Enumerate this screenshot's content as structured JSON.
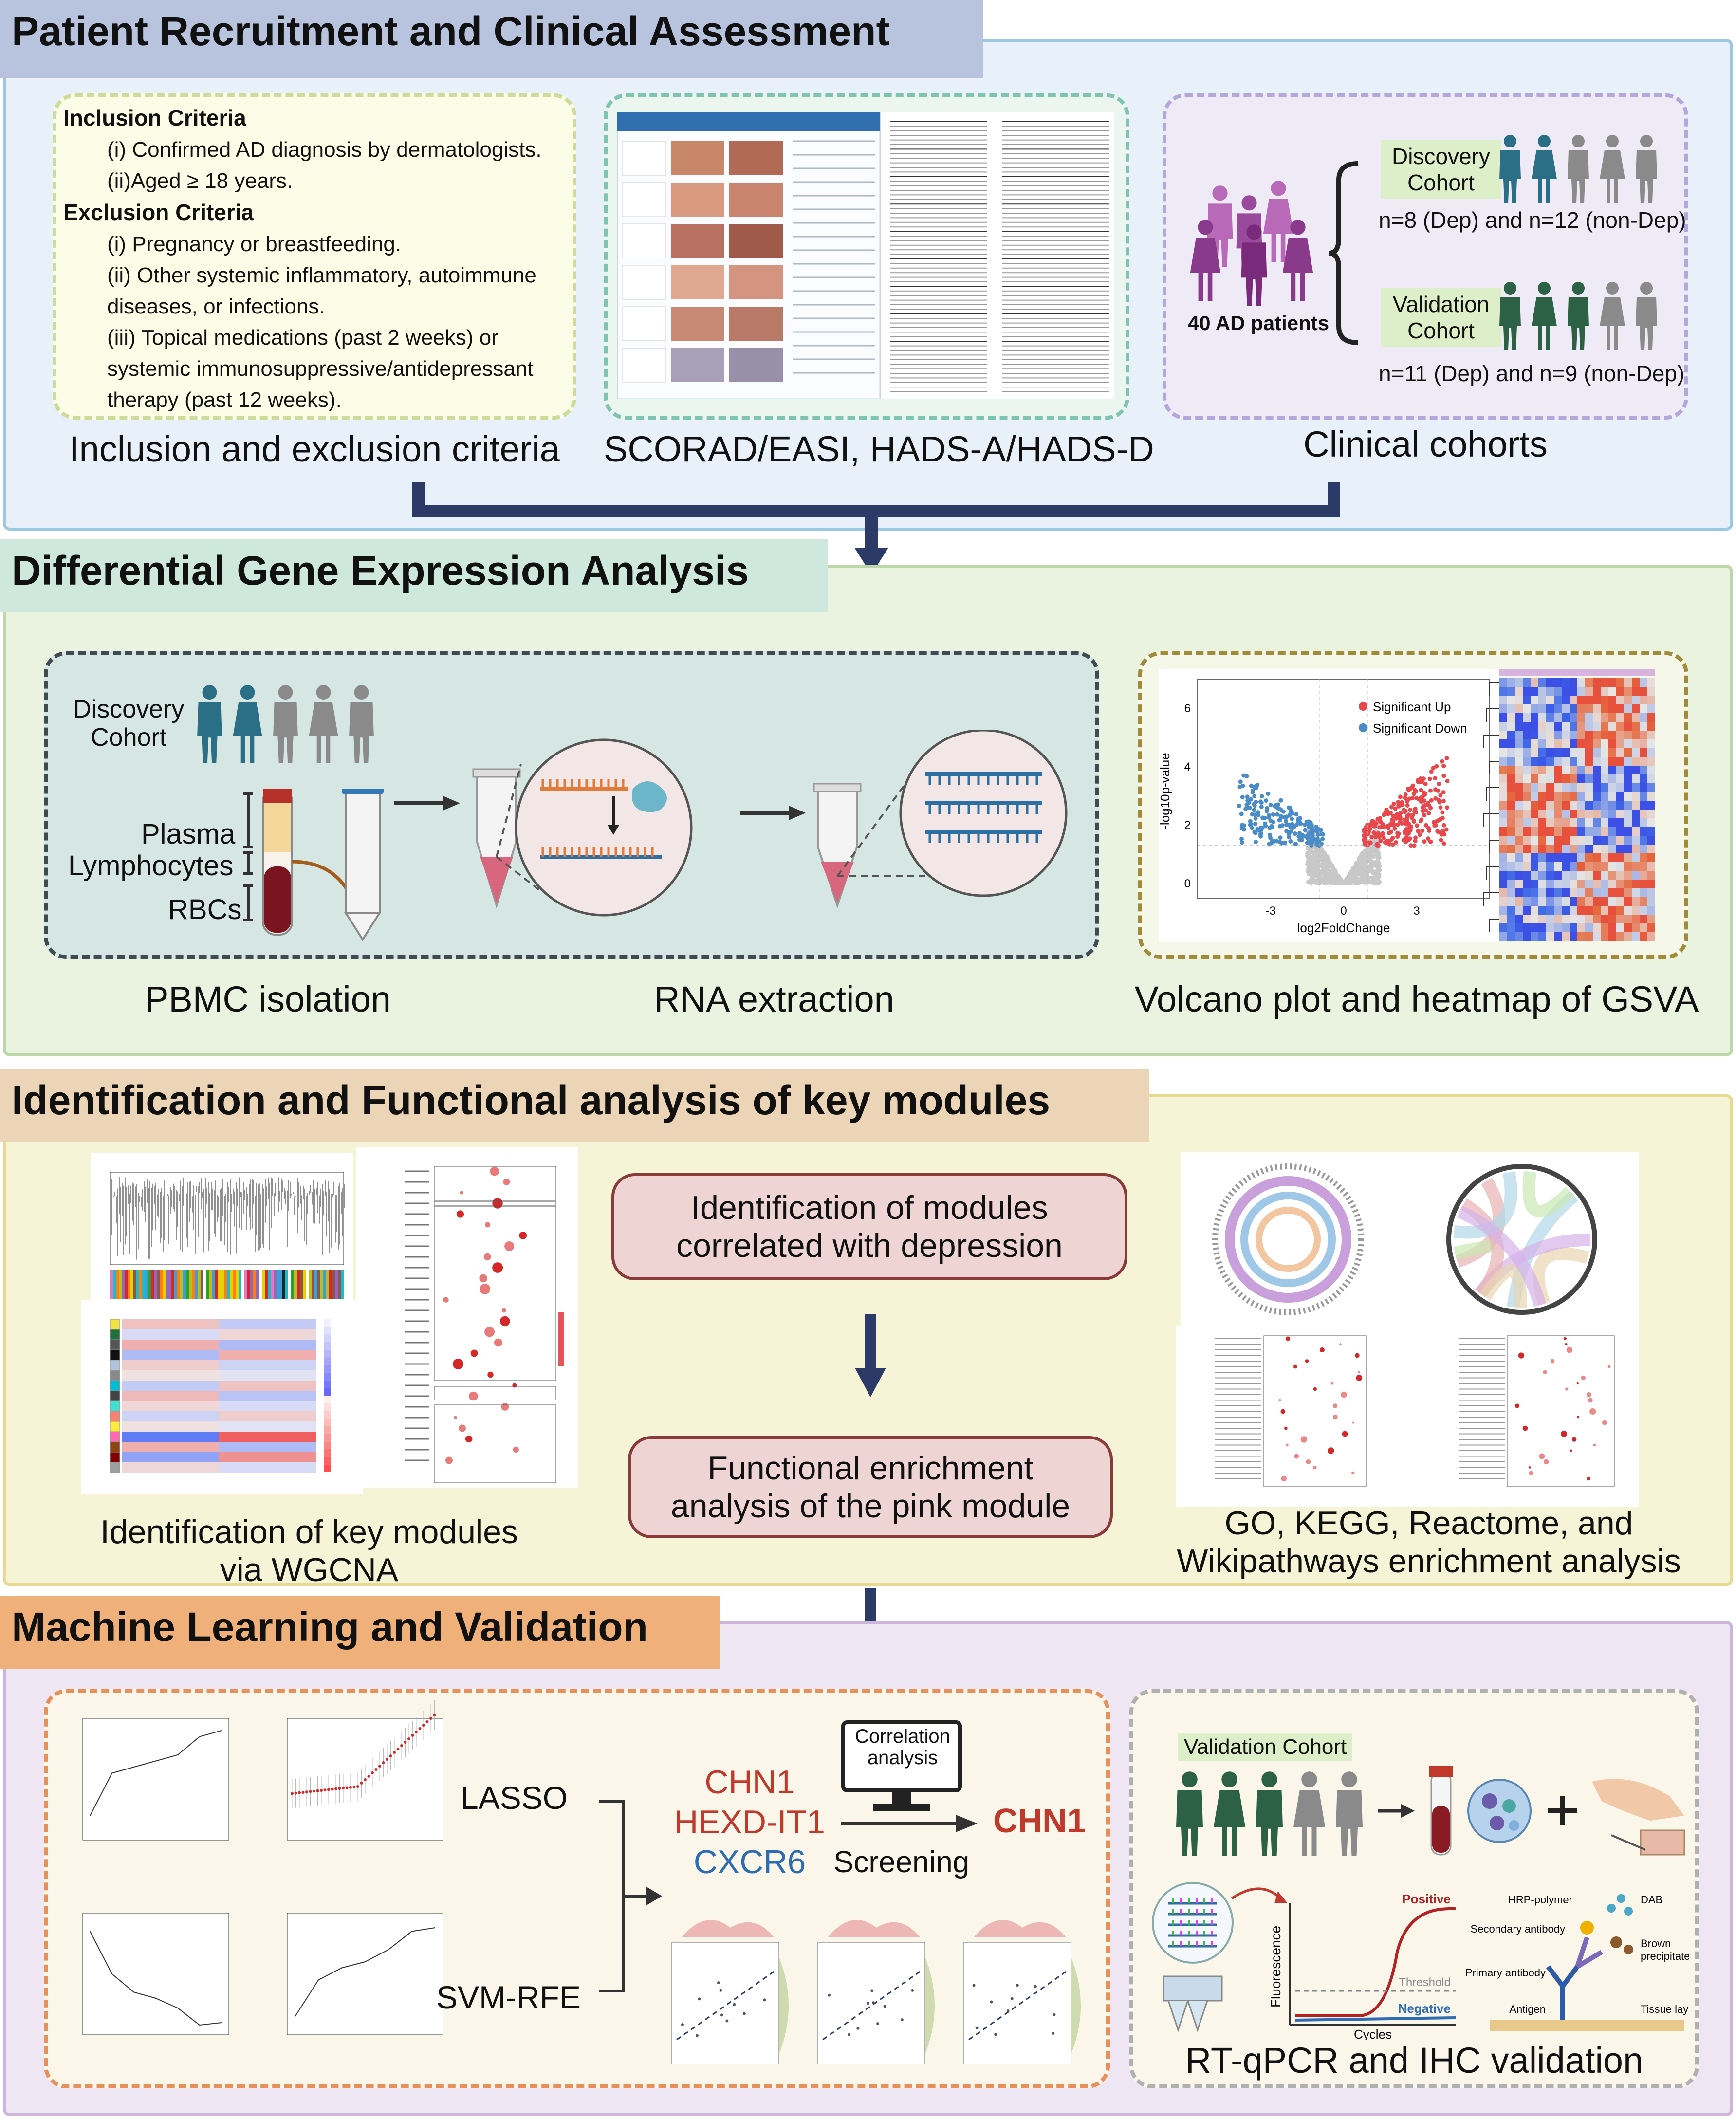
{
  "sections": {
    "s1": {
      "title": "Patient Recruitment and Clinical Assessment"
    },
    "s2": {
      "title": "Differential Gene Expression Analysis"
    },
    "s3": {
      "title": "Identification and Functional analysis of key modules"
    },
    "s4": {
      "title": "Machine Learning and Validation"
    }
  },
  "criteria": {
    "inclusion_title": "Inclusion Criteria",
    "inclusion_1": "(i) Confirmed AD diagnosis by dermatologists.",
    "inclusion_2": "(ii)Aged ≥ 18 years.",
    "exclusion_title": "Exclusion Criteria",
    "exclusion_1": "(i) Pregnancy or breastfeeding.",
    "exclusion_2a": "(ii) Other systemic inflammatory, autoimmune",
    "exclusion_2b": "diseases, or infections.",
    "exclusion_3a": "(iii) Topical medications (past 2 weeks) or",
    "exclusion_3b": "systemic immunosuppressive/antidepressant",
    "exclusion_3c": "therapy (past 12 weeks)."
  },
  "captions": {
    "criteria": "Inclusion and exclusion criteria",
    "scores": "SCORAD/EASI, HADS-A/HADS-D",
    "cohorts": "Clinical cohorts",
    "pbmc": "PBMC isolation",
    "rna": "RNA extraction",
    "volcano": "Volcano plot and heatmap of GSVA",
    "wgcna_1": "Identification of key modules",
    "wgcna_2": "via WGCNA",
    "enrich_1": "GO, KEGG, Reactome, and",
    "enrich_2": "Wikipathways enrichment analysis",
    "rtqpcr": "RT-qPCR and IHC validation"
  },
  "cohorts": {
    "patients": "40 AD patients",
    "discovery_1": "Discovery",
    "discovery_2": "Cohort",
    "discovery_n": "n=8 (Dep) and n=12 (non-Dep)",
    "validation_1": "Validation",
    "validation_2": "Cohort",
    "validation_n": "n=11 (Dep) and n=9 (non-Dep)"
  },
  "pbmc": {
    "cohort_1": "Discovery",
    "cohort_2": "Cohort",
    "plasma": "Plasma",
    "lymphocytes": "Lymphocytes",
    "rbcs": "RBCs"
  },
  "volcano": {
    "legend_up": "Significant Up",
    "legend_down": "Significant Down",
    "xlabel": "log2FoldChange",
    "ylabel": "-log10p-value",
    "xticks": [
      "-3",
      "0",
      "3"
    ],
    "yticks": [
      "0",
      "2",
      "4",
      "6"
    ],
    "colors": {
      "up": "#e8474c",
      "down": "#4a8cc8",
      "ns": "#c8c8c8"
    }
  },
  "modules": {
    "box1_a": "Identification of modules",
    "box1_b": "correlated with depression",
    "box2_a": "Functional enrichment",
    "box2_b": "analysis of the pink module"
  },
  "ml": {
    "lasso": "LASSO",
    "svmrfe": "SVM-RFE",
    "gene1": "CHN1",
    "gene2": "HEXD-IT1",
    "gene3": "CXCR6",
    "correlation_1": "Correlation",
    "correlation_2": "analysis",
    "screening": "Screening",
    "result": "CHN1",
    "colors": {
      "red": "#c0392b",
      "blue": "#2e6db3"
    }
  },
  "validation": {
    "cohort": "Validation Cohort",
    "positive": "Positive",
    "negative": "Negative",
    "threshold": "Threshold",
    "fluorescence": "Fluorescence",
    "cycles": "Cycles",
    "hrp": "HRP-polymer",
    "dab": "DAB",
    "secondary": "Secondary antibody",
    "brown_1": "Brown",
    "brown_2": "precipitate",
    "primary": "Primary antibody",
    "antigen": "Antigen",
    "tissue": "Tissue layer"
  }
}
